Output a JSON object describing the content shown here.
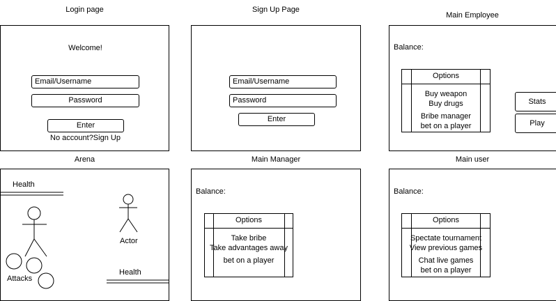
{
  "login": {
    "title": "Login page",
    "welcome": "Welcome!",
    "email_field": "Email/Username",
    "password_field": "Password",
    "enter_button": "Enter",
    "signup_link": "No account?Sign Up"
  },
  "signup": {
    "title": "Sign Up Page",
    "email_field": "Email/Username",
    "password_field": "Password",
    "enter_button": "Enter"
  },
  "employee": {
    "title": "Main Employee",
    "balance": "Balance:",
    "options_header": "Options",
    "items": [
      "Buy weapon",
      "Buy drugs",
      "Bribe manager",
      "bet on a player"
    ],
    "stats_button": "Stats",
    "play_button": "Play"
  },
  "arena": {
    "title": "Arena",
    "health_top": "Health",
    "health_bottom": "Health",
    "actor_label": "Actor",
    "attacks_label": "Attacks"
  },
  "manager": {
    "title": "Main Manager",
    "balance": "Balance:",
    "options_header": "Options",
    "items": [
      "Take bribe",
      "Take advantages away",
      "bet on a player"
    ]
  },
  "user": {
    "title": "Main user",
    "balance": "Balance:",
    "options_header": "Options",
    "items": [
      "Spectate tournament",
      "View previous games",
      "Chat live games",
      "bet on a player"
    ]
  }
}
